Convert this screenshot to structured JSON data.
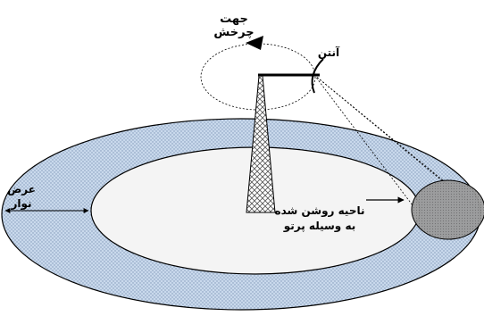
{
  "labels": {
    "rotation_line1": "جهت",
    "rotation_line2": "چرخش",
    "antenna": "آنتن",
    "band_width_line1": "عرض",
    "band_width_line2": "نوار",
    "illuminated_line1": "ناحیه روشن شده",
    "illuminated_line2": "به وسیله پرتو"
  },
  "colors": {
    "band_fill": "#c9d9ec",
    "inner_fill": "#f4f4f4",
    "beam_spot_fill": "#9a9a9a",
    "outline": "#000000",
    "tower_hatch": "#555555"
  },
  "icons": {
    "rotation_arrow": "triangle-arrow-left-icon",
    "band_width_arrow": "double-headed-arrow-icon",
    "pointer_arrow": "arrow-right-icon"
  }
}
